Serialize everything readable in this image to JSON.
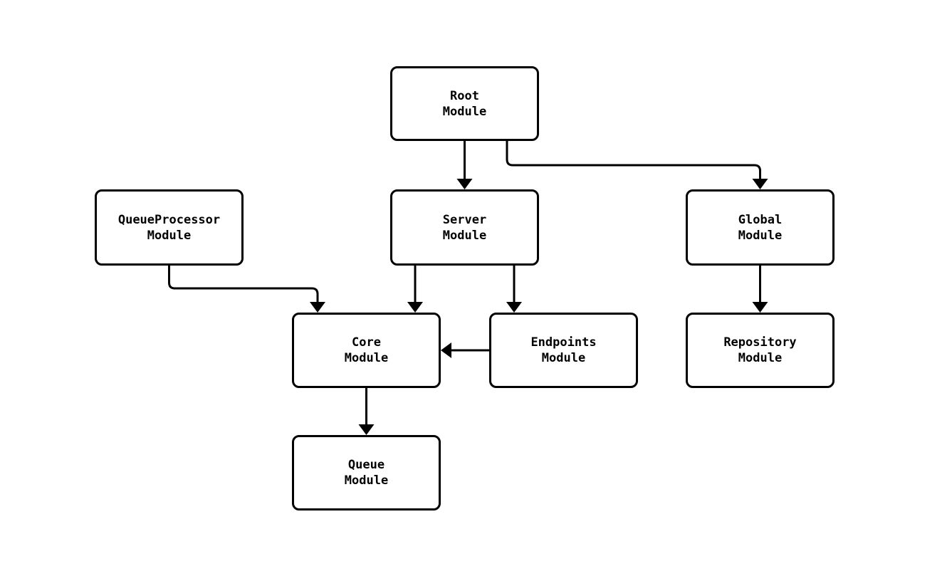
{
  "diagram": {
    "background_color": "#ffffff",
    "stroke_color": "#000000",
    "nodes": {
      "root": {
        "label": "Root\nModule"
      },
      "queueprocessor": {
        "label": "QueueProcessor\nModule"
      },
      "server": {
        "label": "Server\nModule"
      },
      "global": {
        "label": "Global\nModule"
      },
      "core": {
        "label": "Core\nModule"
      },
      "endpoints": {
        "label": "Endpoints\nModule"
      },
      "repository": {
        "label": "Repository\nModule"
      },
      "queue": {
        "label": "Queue\nModule"
      }
    },
    "edges": [
      {
        "from": "Root Module",
        "to": "Server Module"
      },
      {
        "from": "Root Module",
        "to": "Global Module"
      },
      {
        "from": "QueueProcessor Module",
        "to": "Core Module"
      },
      {
        "from": "Server Module",
        "to": "Core Module"
      },
      {
        "from": "Server Module",
        "to": "Endpoints Module"
      },
      {
        "from": "Endpoints Module",
        "to": "Core Module"
      },
      {
        "from": "Global Module",
        "to": "Repository Module"
      },
      {
        "from": "Core Module",
        "to": "Queue Module"
      }
    ]
  }
}
